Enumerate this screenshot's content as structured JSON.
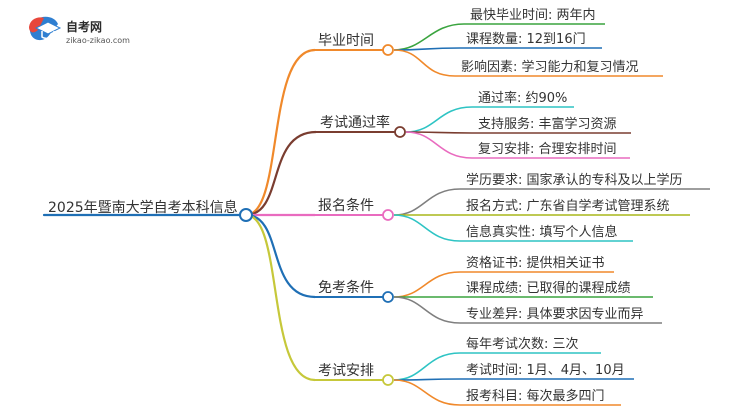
{
  "logo": {
    "title": "自考网",
    "subtitle": "zikao-zikao.com",
    "colors": {
      "red": "#e8473b",
      "blue": "#2f7fd1",
      "white": "#ffffff"
    }
  },
  "root": {
    "label": "2025年暨南大学自考本科信息",
    "color": "#1f6fb5"
  },
  "branches": [
    {
      "label": "毕业时间",
      "color": "#f0892b",
      "children": [
        {
          "label": "最快毕业时间: 两年内",
          "color": "#3aa43f"
        },
        {
          "label": "课程数量: 12到16门",
          "color": "#1f6fb5"
        },
        {
          "label": "影响因素: 学习能力和复习情况",
          "color": "#f0892b"
        }
      ]
    },
    {
      "label": "考试通过率",
      "color": "#7a3d30",
      "children": [
        {
          "label": "通过率: 约90%",
          "color": "#2ec4c4"
        },
        {
          "label": "支持服务: 丰富学习资源",
          "color": "#7a3d30"
        },
        {
          "label": "复习安排: 合理安排时间",
          "color": "#e96bbf"
        }
      ]
    },
    {
      "label": "报名条件",
      "color": "#e96bbf",
      "children": [
        {
          "label": "学历要求: 国家承认的专科及以上学历",
          "color": "#7f7f7f"
        },
        {
          "label": "报名方式: 广东省自学考试管理系统",
          "color": "#a8b71a"
        },
        {
          "label": "信息真实性: 填写个人信息",
          "color": "#2ec4c4"
        }
      ]
    },
    {
      "label": "免考条件",
      "color": "#1f6fb5",
      "children": [
        {
          "label": "资格证书: 提供相关证书",
          "color": "#f0892b"
        },
        {
          "label": "课程成绩: 已取得的课程成绩",
          "color": "#3aa43f"
        },
        {
          "label": "专业差异: 具体要求因专业而异",
          "color": "#7f7f7f"
        }
      ]
    },
    {
      "label": "考试安排",
      "color": "#c6c83a",
      "children": [
        {
          "label": "每年考试次数: 三次",
          "color": "#2ec4c4"
        },
        {
          "label": "考试时间: 1月、4月、10月",
          "color": "#1f6fb5"
        },
        {
          "label": "报考科目: 每次最多四门",
          "color": "#f0892b"
        }
      ]
    }
  ]
}
